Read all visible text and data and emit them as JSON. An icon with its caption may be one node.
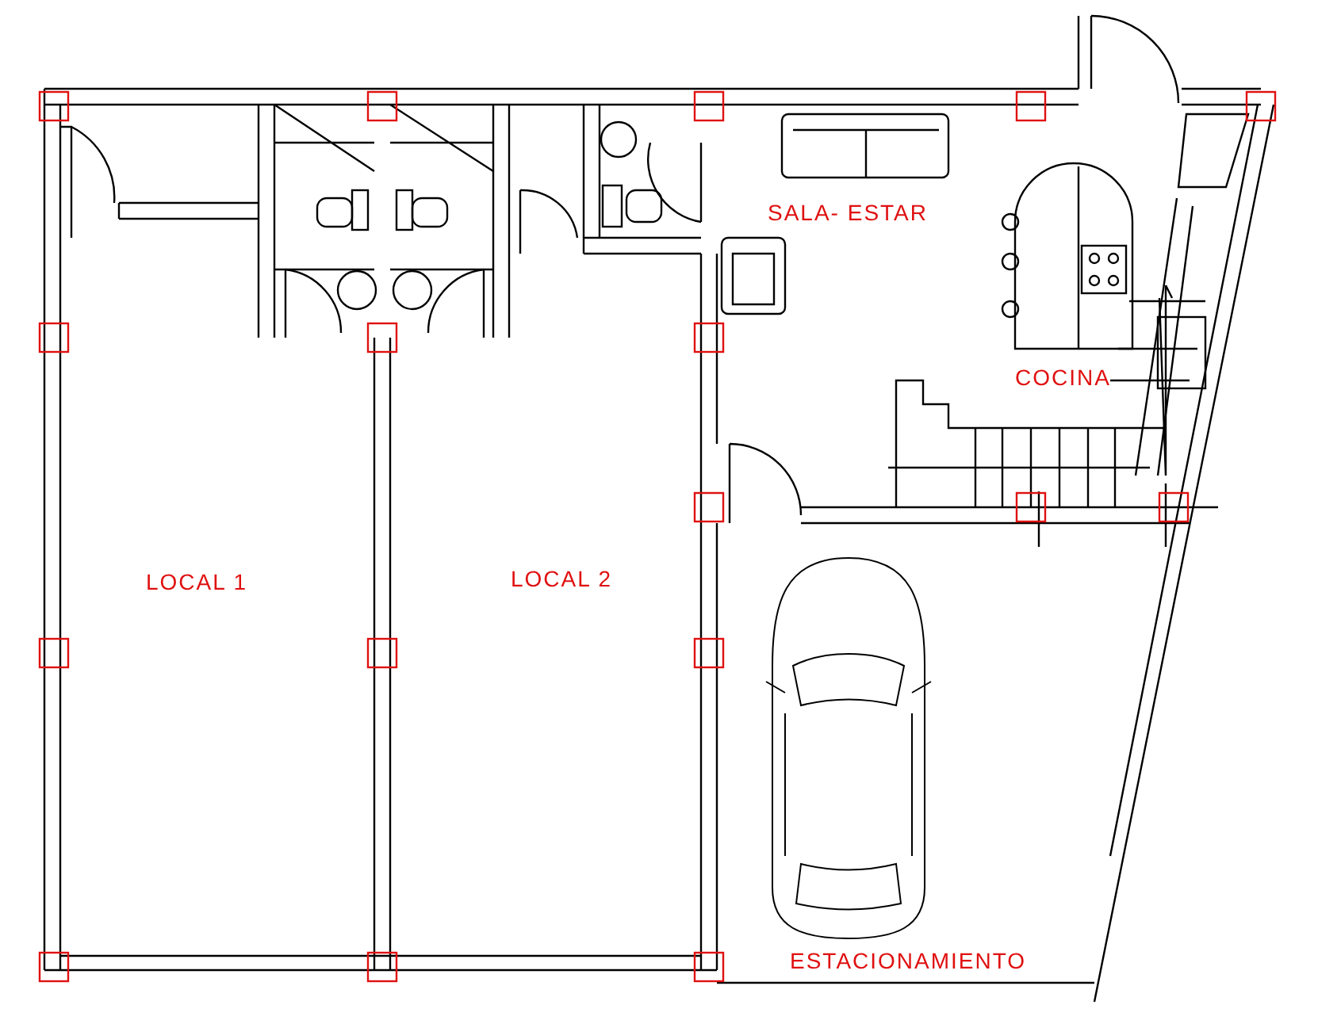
{
  "diagram": {
    "labels": [
      "SALA- ESTAR",
      "COCINA",
      "LOCAL 1",
      "LOCAL 2",
      "ESTACIONAMIENTO"
    ]
  }
}
